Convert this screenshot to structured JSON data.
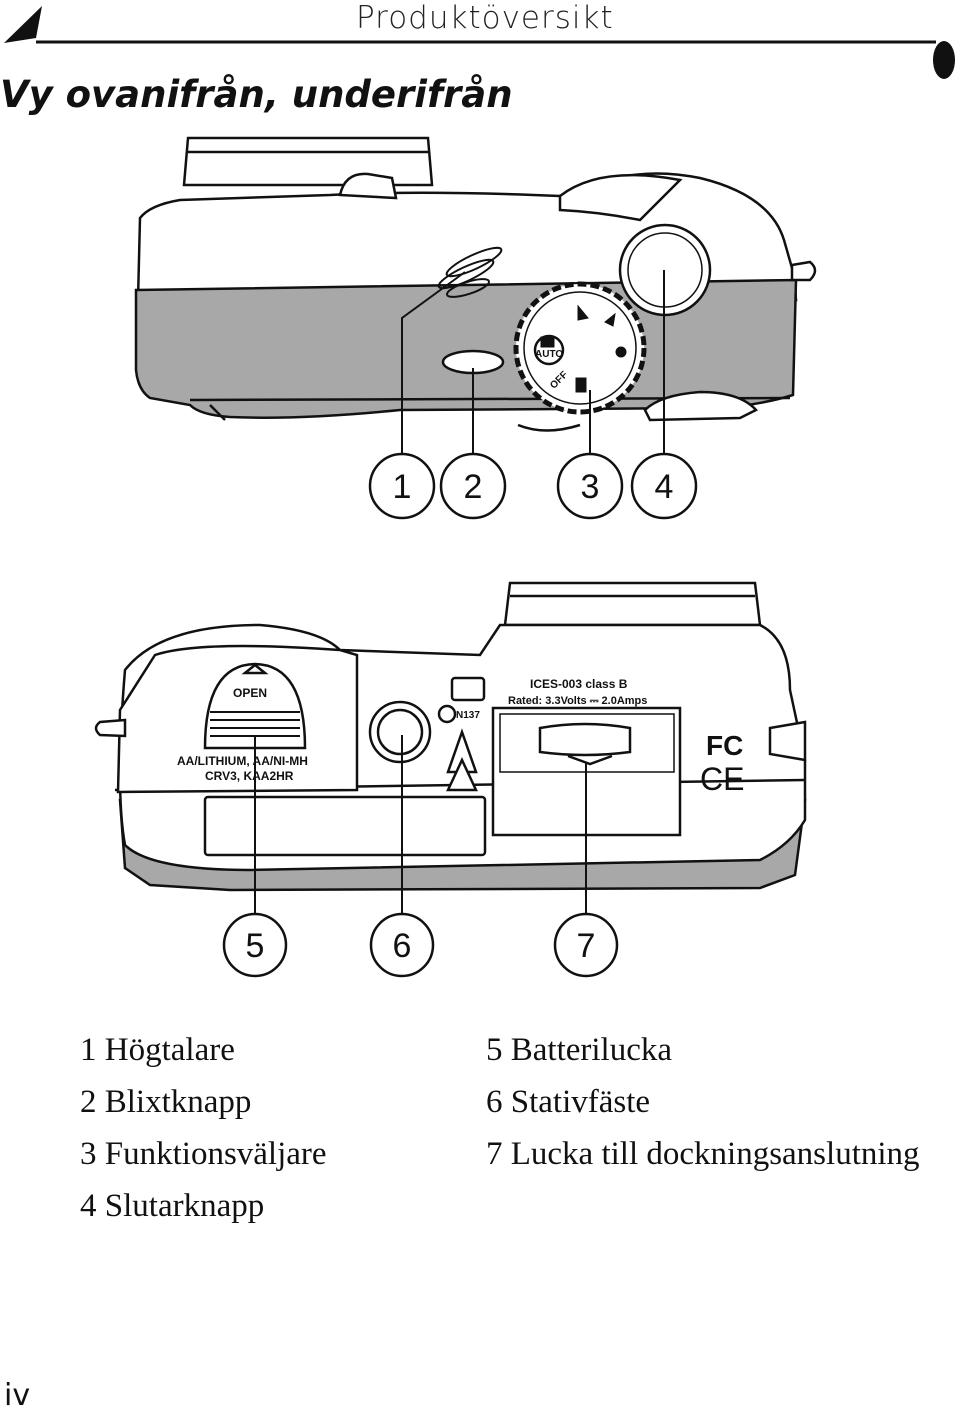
{
  "header": {
    "running_head": "Produktöversikt",
    "section_title": "Vy ovanifrån, underifrån"
  },
  "top_view": {
    "dial_labels": {
      "auto": "AUTO",
      "off": "OFF"
    },
    "callouts": [
      "1",
      "2",
      "3",
      "4"
    ]
  },
  "bottom_view": {
    "battery_door": {
      "open": "OPEN",
      "battery_line1": "AA/LITHIUM, AA/NI-MH",
      "battery_line2": "CRV3, KAA2HR"
    },
    "label": {
      "ices": "ICES-003 class B",
      "rated": "Rated: 3.3Volts ⎓ 2.0Amps",
      "code": "N137"
    },
    "callouts": [
      "5",
      "6",
      "7"
    ]
  },
  "legend": {
    "left": [
      "1 Högtalare",
      "2 Blixtknapp",
      "3 Funktionsväljare",
      "4 Slutarknapp"
    ],
    "right": [
      "5 Batterilucka",
      "6 Stativfäste",
      "7 Lucka till dockningsanslutning"
    ]
  },
  "footer": {
    "page_number": "iv"
  }
}
